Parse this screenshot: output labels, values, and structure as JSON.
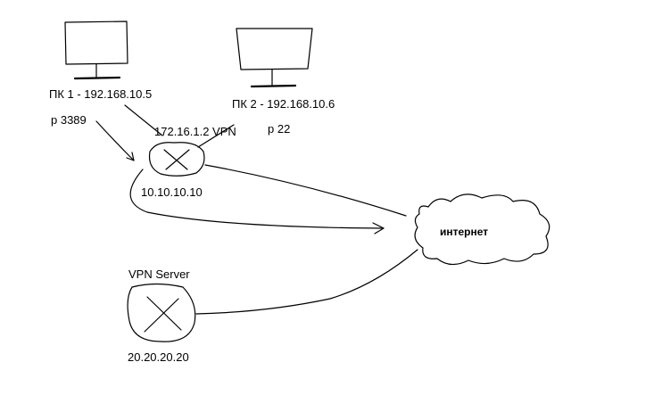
{
  "nodes": {
    "pc1": {
      "label": "ПК 1 - 192.168.10.5",
      "icon": "monitor-icon"
    },
    "pc2": {
      "label": "ПК 2 - 192.168.10.6",
      "icon": "monitor-icon"
    },
    "router": {
      "vpn_label": "172.16.1.2 VPN",
      "ip_label": "10.10.10.10",
      "icon": "router-icon"
    },
    "internet": {
      "label": "интернет",
      "icon": "cloud-icon"
    },
    "vpn_server": {
      "title": "VPN Server",
      "ip_label": "20.20.20.20",
      "icon": "router-icon"
    }
  },
  "ports": {
    "pc1_port": "p 3389",
    "pc2_port": "p 22"
  },
  "colors": {
    "ink": "#000000",
    "background": "#ffffff"
  }
}
